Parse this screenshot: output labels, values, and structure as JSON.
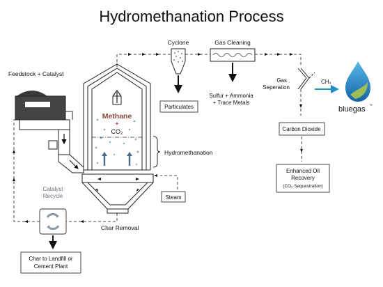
{
  "title": "Hydromethanation Process",
  "labels": {
    "feedstock": "Feedstock + Catalyst",
    "cyclone": "Cyclone",
    "gas_cleaning": "Gas Cleaning",
    "particulates": "Particulates",
    "sulfur_line1": "Sulfur + Ammonia",
    "sulfur_line2": "+ Trace Metals",
    "gas_separation_line1": "Gas",
    "gas_separation_line2": "Seperation",
    "ch4": "CH₄",
    "carbon_dioxide": "Carbon Dioxide",
    "eor_line1": "Enhanced Oil",
    "eor_line2": "Recovery",
    "eor_line3": "(CO₂ Sequestration)",
    "hydromethanation": "Hydromethanation",
    "methane": "Methane",
    "plus": "+",
    "co2": "CO₂",
    "steam": "Steam",
    "catalyst_recycle_line1": "Catalyst",
    "catalyst_recycle_line2": "Recycle",
    "char_removal": "Char Removal",
    "char_landfill_line1": "Char to Landfill or",
    "char_landfill_line2": "Cement Plant",
    "brand": "bluegas",
    "brand_tm": "™"
  },
  "colors": {
    "brand": "#1e90c8",
    "methane_text": "#8b4a3b",
    "recycle_text": "#6b7280",
    "bubble": "#7fb2c8",
    "hopper_dark": "#3a3a3a"
  },
  "icons": {
    "logo": "flame-droplet-logo",
    "recycle": "recycle-arrows-icon",
    "heat": "up-arrow-icon"
  }
}
